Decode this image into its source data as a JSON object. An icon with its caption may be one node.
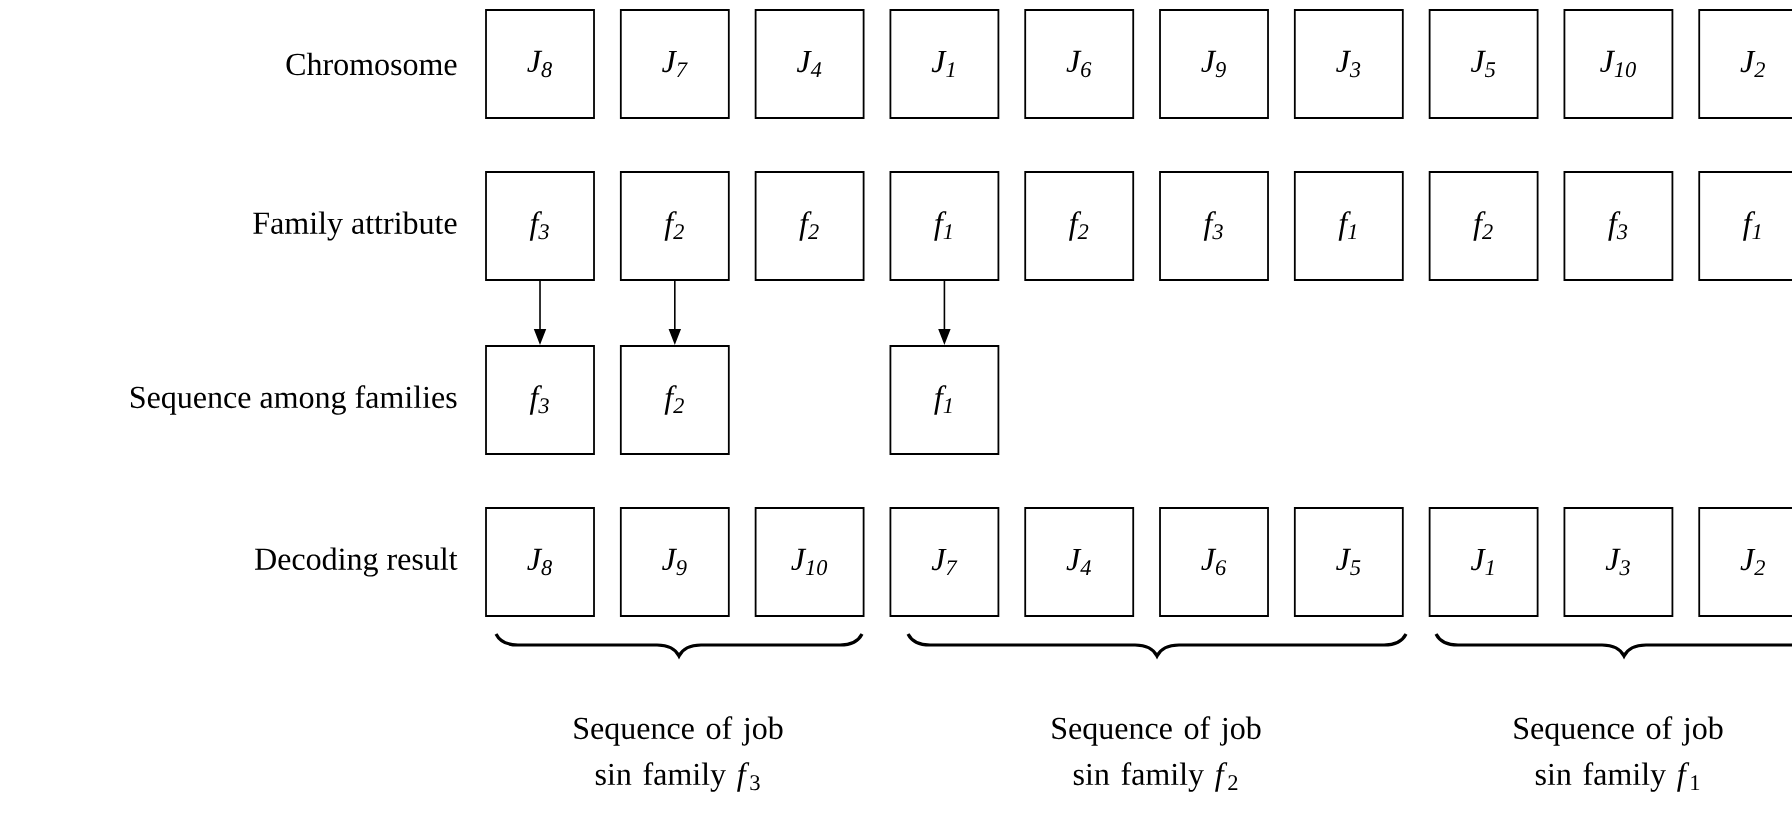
{
  "diagram": {
    "nodes": [
      {
        "text": [
          "J$_{8}$"
        ]
      },
      {
        "text": [
          "J$_{7}$"
        ]
      },
      {
        "text": [
          "J$_{4}$"
        ]
      },
      {
        "text": [
          "J$_{1}$"
        ]
      },
      {
        "text": [
          "J$_{6}$"
        ]
      },
      {
        "text": [
          "J$_{9}$"
        ]
      },
      {
        "text": [
          "J$_{3}$"
        ]
      },
      {
        "text": [
          "J$_{5}$"
        ]
      },
      {
        "text": [
          "J$_{10}$"
        ]
      },
      {
        "text": [
          "J$_{2}$"
        ]
      },
      {
        "text": [
          "f$_{3}$"
        ]
      },
      {
        "text": [
          "f$_{2}$"
        ]
      },
      {
        "text": [
          "f$_{2}$"
        ]
      },
      {
        "text": [
          "f$_{1}$"
        ]
      },
      {
        "text": [
          "f$_{2}$"
        ]
      },
      {
        "text": [
          "f$_{3}$"
        ]
      },
      {
        "text": [
          "f$_{1}$"
        ]
      },
      {
        "text": [
          "f$_{2}$"
        ]
      },
      {
        "text": [
          "f$_{3}$"
        ]
      },
      {
        "text": [
          "f$_{1}$"
        ]
      },
      {
        "text": [
          "f$_{3}$"
        ]
      },
      {
        "text": [
          "f$_{2}$"
        ]
      },
      {
        "text": [
          "f$_{1}$"
        ]
      },
      {
        "text": [
          "J$_{8}$"
        ]
      },
      {
        "text": [
          "J$_{9}$"
        ]
      },
      {
        "text": [
          "J$_{10}$"
        ]
      },
      {
        "text": [
          "J$_{7}$"
        ]
      },
      {
        "text": [
          "J$_{4}$"
        ]
      },
      {
        "text": [
          "J$_{6}$"
        ]
      },
      {
        "text": [
          "J$_{5}$"
        ]
      },
      {
        "text": [
          "J$_{1}$"
        ]
      },
      {
        "text": [
          "J$_{3}$"
        ]
      },
      {
        "text": [
          "J$_{2}$"
        ]
      }
    ],
    "edges": [
      {
        "from": 10,
        "to": 20,
        "arrow": "to"
      },
      {
        "from": 11,
        "to": 21,
        "arrow": "to"
      },
      {
        "from": 13,
        "to": 22,
        "arrow": "to"
      }
    ],
    "labels": [
      "Chromosome",
      "Family attribute",
      "Sequence among families",
      "Decoding result",
      "Sequence of job sin family *f*$_{3}$",
      "Sequence of job sin family *f*$_{2}$",
      "Sequence of job sin family *f*$_{1}$"
    ]
  }
}
